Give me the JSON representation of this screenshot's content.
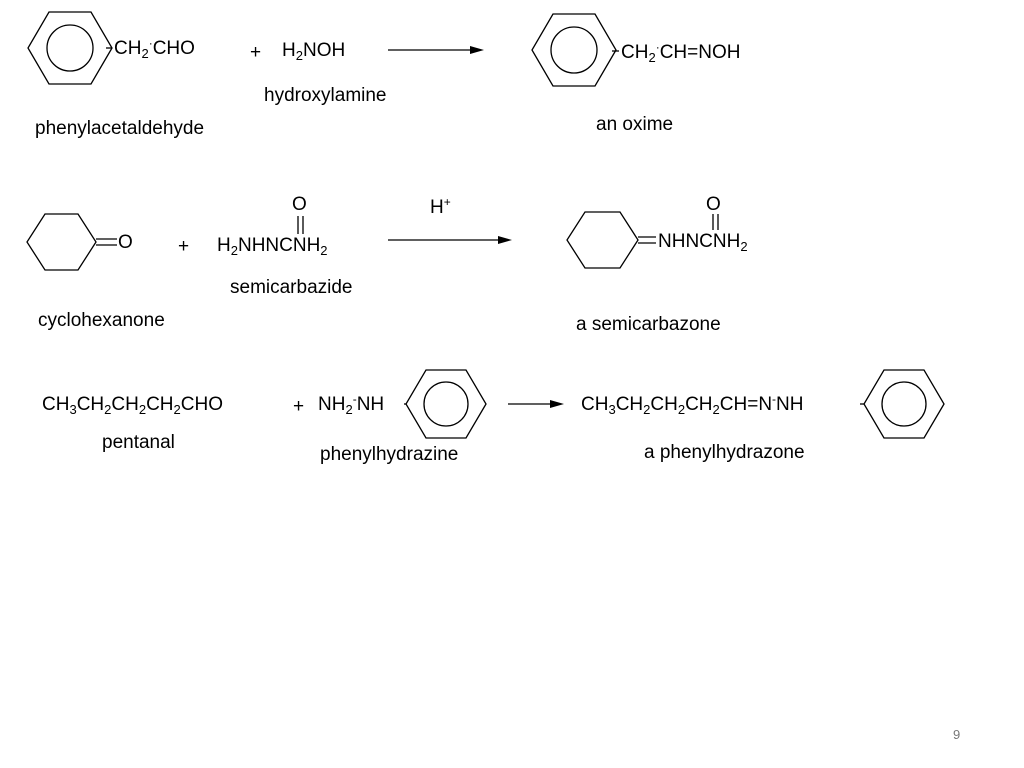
{
  "reaction1": {
    "reactant_formula": [
      "CH",
      "2",
      "·",
      "CHO"
    ],
    "plus": "+",
    "reagent_formula": [
      "H",
      "2",
      "NOH"
    ],
    "reactant_name": "phenylacetaldehyde",
    "reagent_name": "hydroxylamine",
    "product_formula": [
      "CH",
      "2",
      "·",
      "CH",
      "=",
      "NOH"
    ],
    "product_name": "an oxime"
  },
  "reaction2": {
    "reactant_atom": "O",
    "plus": "+",
    "reagent_carbonyl_o": "O",
    "reagent_formula": [
      "H",
      "2",
      "NHNCNH",
      "2"
    ],
    "catalyst": [
      "H",
      "+"
    ],
    "reactant_name": "cyclohexanone",
    "reagent_name": "semicarbazide",
    "product_carbonyl_o": "O",
    "product_formula": [
      "NHNCNH",
      "2"
    ],
    "product_name": "a semicarbazone"
  },
  "reaction3": {
    "reactant_formula": [
      "CH",
      "3",
      "CH",
      "2",
      "CH",
      "2",
      "CH",
      "2",
      "CHO"
    ],
    "plus": "+",
    "reagent_formula": [
      "NH",
      "2",
      "-",
      "NH"
    ],
    "reactant_name": "pentanal",
    "reagent_name": "phenylhydrazine",
    "product_formula": [
      "CH",
      "3",
      "CH",
      "2",
      "CH",
      "2",
      "CH",
      "2",
      "CH",
      "=",
      "N",
      "-",
      "NH"
    ],
    "product_name": "a phenylhydrazone"
  },
  "page_number": "9"
}
